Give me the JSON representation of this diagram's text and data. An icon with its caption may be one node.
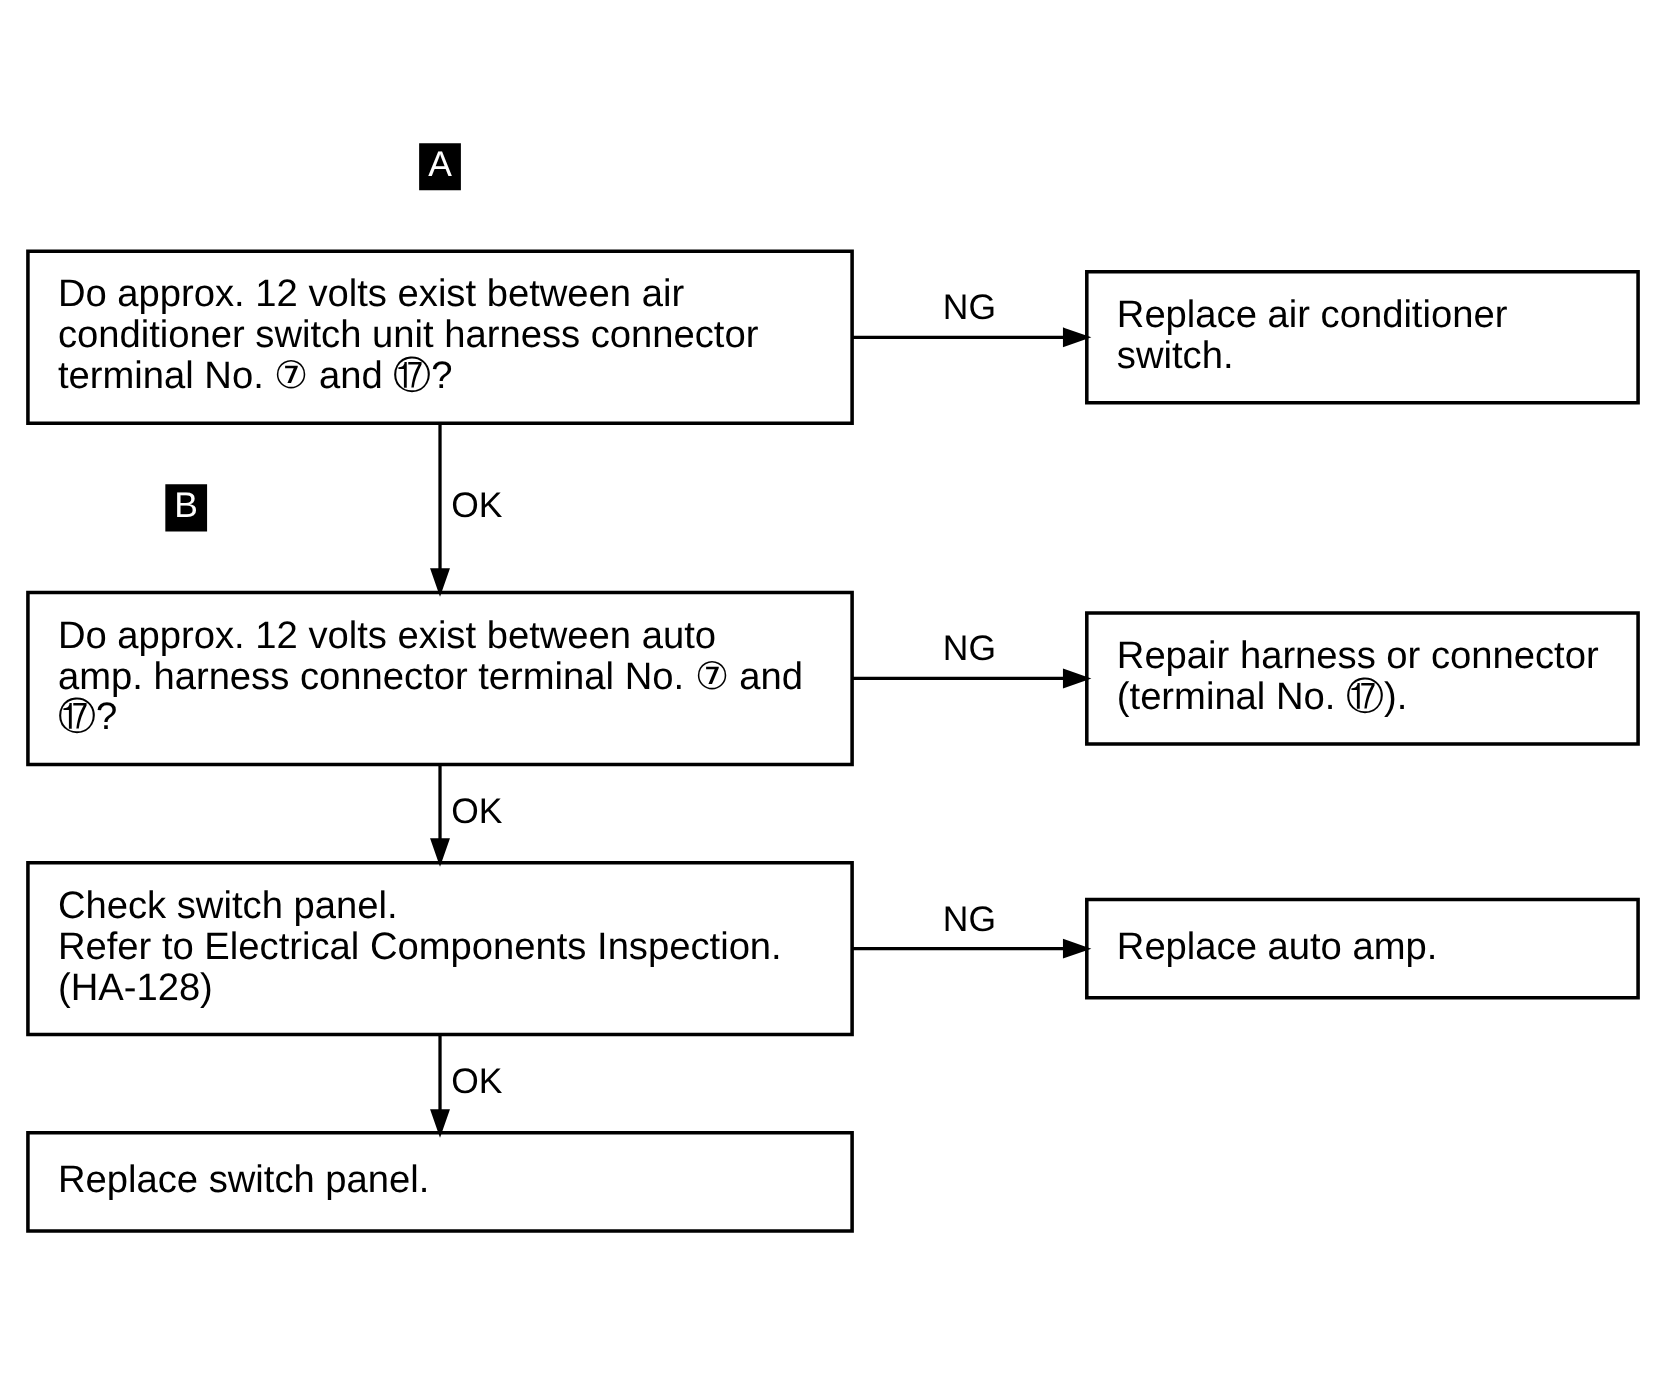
{
  "diagram": {
    "nodes": [
      {
        "text": [
          "Do approx. 12 volts exist between air conditioner switch unit harness connector terminal No. ⑦ and ⑰?"
        ],
        "beside": [
          "A"
        ]
      },
      {
        "text": [
          "Replace air conditioner switch."
        ]
      },
      {
        "text": [
          "Do approx. 12 volts exist between auto amp. harness connector terminal No. ⑦ and ⑰?"
        ],
        "beside": [
          "B"
        ]
      },
      {
        "text": [
          "Repair harness or connector (terminal No. ⑰)."
        ]
      },
      {
        "text": [
          "Check switch panel.",
          "Refer to Electrical Components Inspection. (HA-128)"
        ]
      },
      {
        "text": [
          "Replace auto amp."
        ]
      },
      {
        "text": [
          "Replace switch panel."
        ]
      }
    ],
    "edges": [
      {
        "from": 0,
        "to": 1,
        "arrow": "to",
        "label": "NG"
      },
      {
        "from": 0,
        "to": 2,
        "arrow": "to",
        "label": "OK"
      },
      {
        "from": 2,
        "to": 3,
        "arrow": "to",
        "label": "NG"
      },
      {
        "from": 2,
        "to": 4,
        "arrow": "to",
        "label": "OK"
      },
      {
        "from": 4,
        "to": 5,
        "arrow": "to",
        "label": "NG"
      },
      {
        "from": 4,
        "to": 6,
        "arrow": "to",
        "label": "OK"
      }
    ]
  }
}
